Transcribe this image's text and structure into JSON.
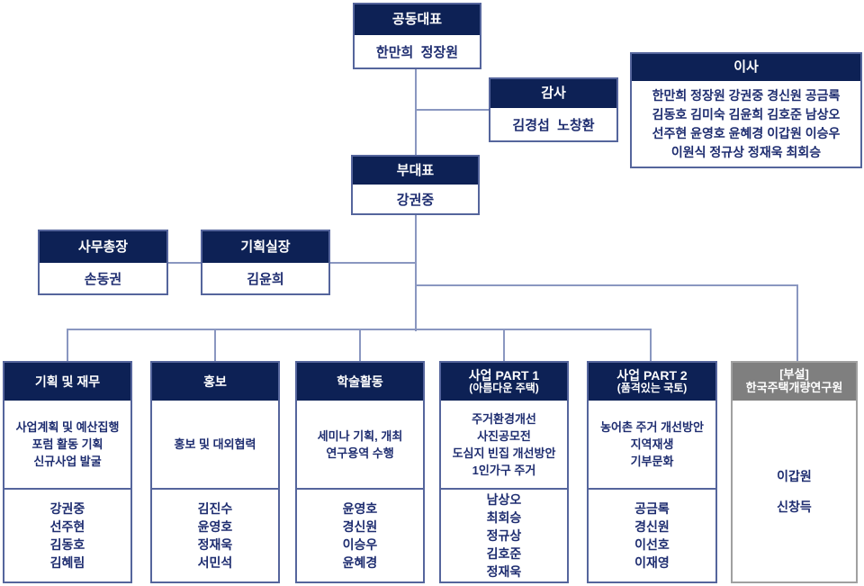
{
  "colors": {
    "header_navy": "#0d2155",
    "header_gray": "#7f7f7f",
    "connector_line": "#8a97c0",
    "name_text": "#1e2d70",
    "box_border": "#55659c",
    "research_border": "#a0a0a0"
  },
  "org": {
    "co_ceo": {
      "title": "공동대표",
      "members": "한만희  정장원"
    },
    "auditor": {
      "title": "감사",
      "members": "김경섭  노창환"
    },
    "directors": {
      "title": "이사",
      "lines": [
        "한만희 정장원 강권중 경신원 공금록",
        "김동호 김미숙 김윤희 김호준 남상오",
        "선주현 윤영호 윤혜경 이갑원 이승우",
        "이원식 정규상 정재욱 최회승"
      ]
    },
    "vice_ceo": {
      "title": "부대표",
      "members": "강권중"
    },
    "secretary_general": {
      "title": "사무총장",
      "members": "손동권"
    },
    "planning_director": {
      "title": "기획실장",
      "members": "김윤희"
    },
    "departments": [
      {
        "title": "기획 및 재무",
        "tasks": [
          "사업계획 및 예산집행",
          "포럼 활동 기획",
          "신규사업 발굴"
        ],
        "members": [
          "강권중",
          "선주현",
          "김동호",
          "김혜림"
        ]
      },
      {
        "title": "홍보",
        "tasks": [
          "홍보 및 대외협력"
        ],
        "members": [
          "김진수",
          "윤영호",
          "정재욱",
          "서민석"
        ]
      },
      {
        "title": "학술활동",
        "tasks": [
          "세미나 기획, 개최",
          "연구용역 수행"
        ],
        "members": [
          "윤영호",
          "경신원",
          "이승우",
          "윤혜경"
        ]
      },
      {
        "title": "사업 PART 1",
        "subtitle": "(아름다운 주택)",
        "tasks": [
          "주거환경개선",
          "사진공모전",
          "도심지 빈집 개선방안",
          "1인가구 주거"
        ],
        "members": [
          "남상오",
          "최회승",
          "정규상",
          "김호준",
          "정재욱"
        ]
      },
      {
        "title": "사업 PART 2",
        "subtitle": "(품격있는 국토)",
        "tasks": [
          "농어촌 주거 개선방안",
          "지역재생",
          "기부문화"
        ],
        "members": [
          "공금록",
          "경신원",
          "이선호",
          "이재영"
        ]
      }
    ],
    "research_institute": {
      "title_line1": "[부설]",
      "title_line2": "한국주택개량연구원",
      "members": [
        "이갑원",
        "신창득"
      ]
    }
  }
}
